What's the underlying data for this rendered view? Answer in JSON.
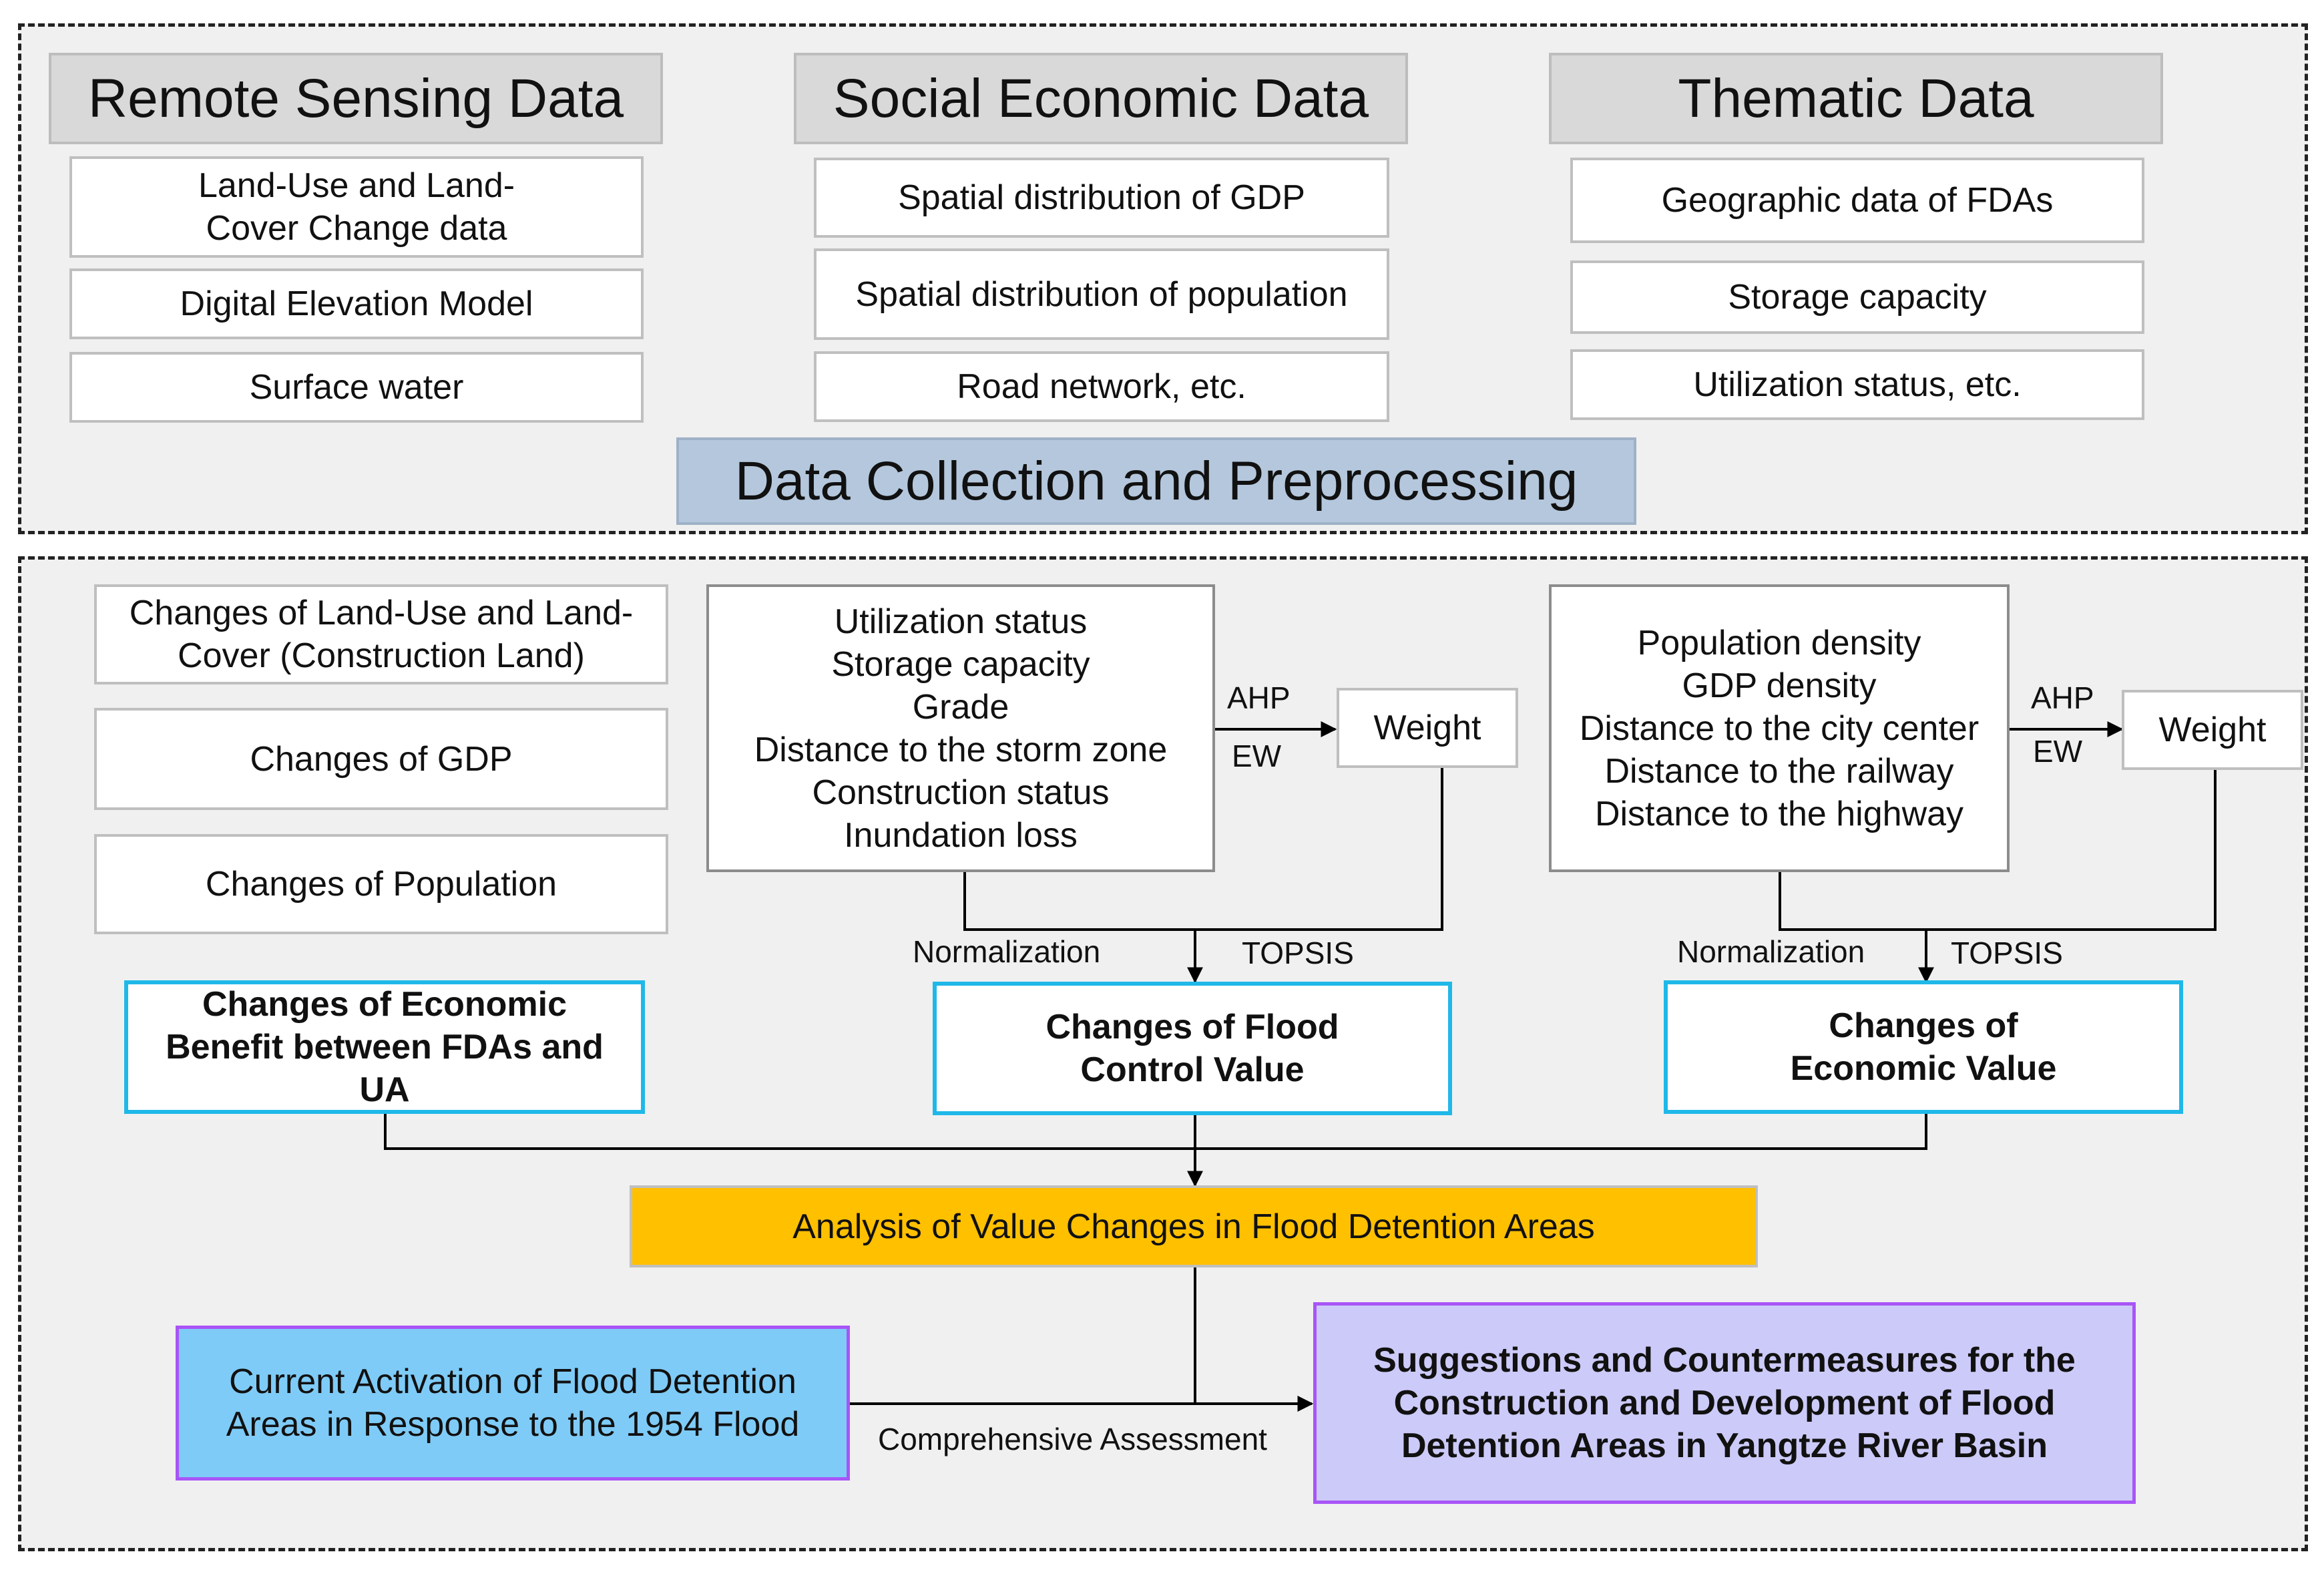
{
  "panel1": {
    "title": "Data Collection and Preprocessing",
    "columns": [
      {
        "header": "Remote Sensing Data",
        "items": [
          "Land-Use and Land-Cover Change data",
          "Digital Elevation Model",
          "Surface water"
        ]
      },
      {
        "header": "Social Economic Data",
        "items": [
          "Spatial distribution of GDP",
          "Spatial distribution of population",
          "Road network, etc."
        ]
      },
      {
        "header": "Thematic Data",
        "items": [
          "Geographic data of FDAs",
          "Storage capacity",
          "Utilization status, etc."
        ]
      }
    ]
  },
  "panel2": {
    "left_changes": [
      "Changes of Land-Use and Land-Cover (Construction Land)",
      "Changes of GDP",
      "Changes of Population"
    ],
    "flood_indicators": [
      "Utilization status",
      "Storage capacity",
      "Grade",
      "Distance to the storm zone",
      "Construction status",
      "Inundation loss"
    ],
    "econ_indicators": [
      "Population density",
      "GDP density",
      "Distance to  the city center",
      "Distance to the railway",
      "Distance to the highway"
    ],
    "labels": {
      "ahp": "AHP",
      "ew": "EW",
      "weight": "Weight",
      "normalization": "Normalization",
      "topsis": "TOPSIS",
      "comprehensive": "Comprehensive Assessment"
    },
    "results": {
      "economic_benefit": "Changes of Economic Benefit between FDAs and UA",
      "flood_control": "Changes of Flood Control Value",
      "economic_value": "Changes of Economic Value"
    },
    "analysis": "Analysis of Value Changes in Flood Detention Areas",
    "current": "Current Activation of Flood Detention Areas in Response to the 1954 Flood",
    "suggestions": "Suggestions and Countermeasures for the Construction and Development of Flood Detention Areas in Yangtze River Basin"
  },
  "colors": {
    "panel_bg": "#f0f0f0",
    "title_blue": "#b4c7dc",
    "analysis_orange": "#ffc000",
    "current_blue": "#7fcbf7",
    "suggestion_lavender": "#cccaf8",
    "result_border": "#1fb8e8",
    "purple_border": "#a855f7"
  }
}
